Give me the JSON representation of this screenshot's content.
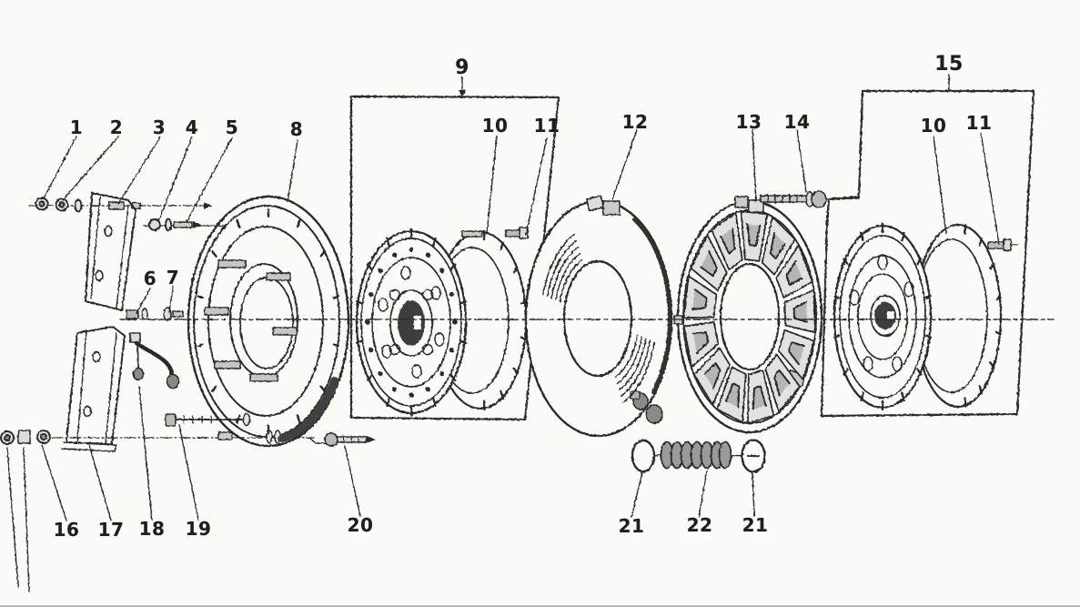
{
  "figure": {
    "type": "exploded-parts-diagram",
    "paper_color": "#fbfbf8",
    "ink_color": "#2b2b2b",
    "shade_color": "#3f3f3f",
    "callouts": [
      {
        "label": "1"
      },
      {
        "label": "2"
      },
      {
        "label": "3"
      },
      {
        "label": "4"
      },
      {
        "label": "5"
      },
      {
        "label": "6"
      },
      {
        "label": "7"
      },
      {
        "label": "8"
      },
      {
        "label": "9"
      },
      {
        "label": "10"
      },
      {
        "label": "11"
      },
      {
        "label": "12"
      },
      {
        "label": "13"
      },
      {
        "label": "14"
      },
      {
        "label": "15"
      },
      {
        "label": "10"
      },
      {
        "label": "11"
      },
      {
        "label": "16"
      },
      {
        "label": "17"
      },
      {
        "label": "18"
      },
      {
        "label": "19"
      },
      {
        "label": "20"
      },
      {
        "label": "21"
      },
      {
        "label": "22"
      },
      {
        "label": "21"
      }
    ]
  }
}
